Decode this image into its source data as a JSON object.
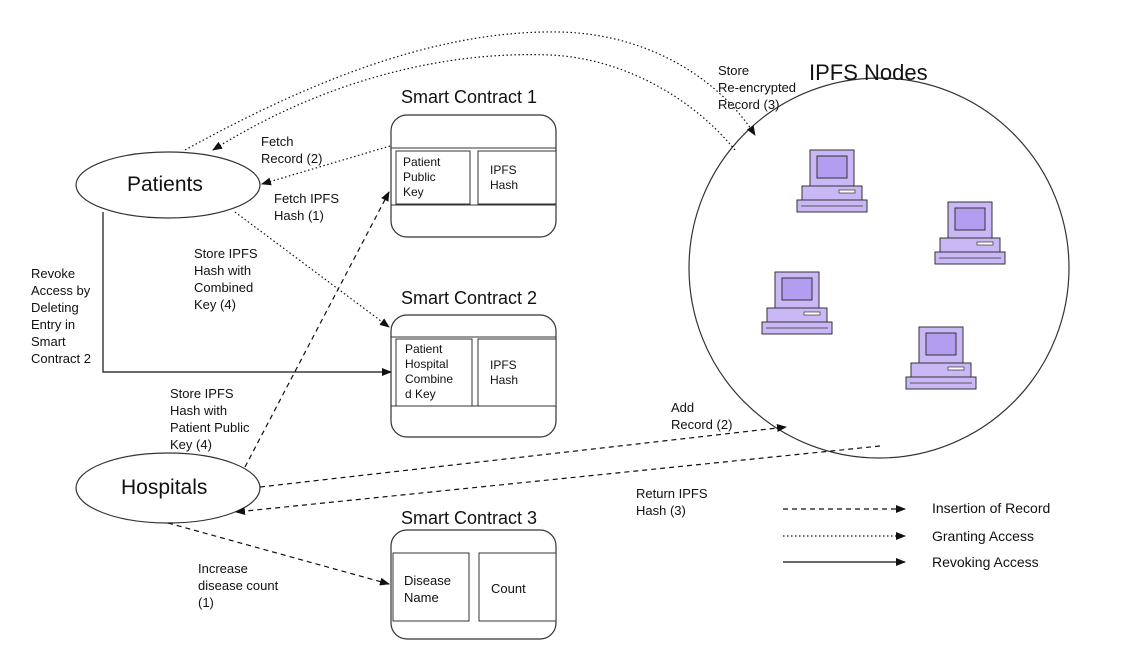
{
  "diagram": {
    "ipfs_title": "IPFS Nodes",
    "patients_label": "Patients",
    "hospitals_label": "Hospitals",
    "contracts": [
      {
        "title": "Smart Contract 1",
        "cell_left": "Patient\nPublic\nKey",
        "cell_right": "IPFS\nHash"
      },
      {
        "title": "Smart Contract 2",
        "cell_left": "Patient\nHospital\nCombine\nd Key",
        "cell_right": "IPFS\nHash"
      },
      {
        "title": "Smart Contract 3",
        "cell_left": "Disease\nName",
        "cell_right": "Count"
      }
    ],
    "edge_labels": {
      "store_reencrypted": "Store\nRe-encrypted\nRecord (3)",
      "fetch_record": "Fetch\nRecord (2)",
      "fetch_ipfs_hash": "Fetch IPFS\nHash (1)",
      "store_combined": "Store IPFS\nHash with\nCombined\nKey (4)",
      "revoke_access": "Revoke\nAccess by\nDeleting\nEntry in\nSmart\nContract 2",
      "store_patient_key": "Store IPFS\nHash with\nPatient Public\nKey (4)",
      "add_record": "Add\nRecord (2)",
      "return_ipfs_hash": "Return IPFS\nHash (3)",
      "increase_disease": "Increase\ndisease count\n(1)"
    },
    "legend": [
      {
        "style": "dashed",
        "label": "Insertion of Record"
      },
      {
        "style": "dotted",
        "label": "Granting Access"
      },
      {
        "style": "solid",
        "label": "Revoking Access"
      }
    ],
    "colors": {
      "computer_fill": "#c9b8f5",
      "computer_stroke": "#333333",
      "line": "#111111"
    }
  }
}
